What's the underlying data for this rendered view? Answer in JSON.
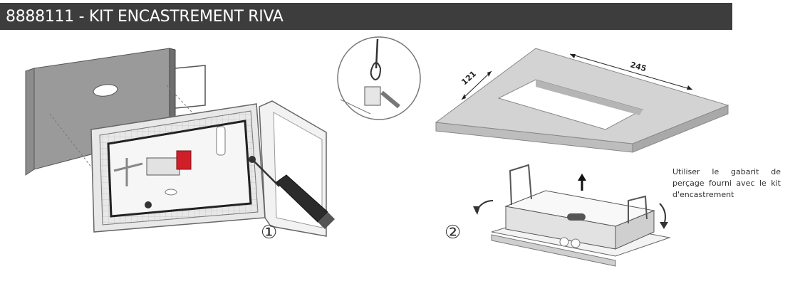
{
  "header": {
    "title": "8888111 - KIT ENCASTREMENT RIVA"
  },
  "steps": [
    "①",
    "②"
  ],
  "dimensions": {
    "width": "245",
    "depth": "121"
  },
  "note": "Utiliser le gabarit de perçage fourni avec le kit d'encastrement",
  "colors": {
    "titlebar": "#3d3d3d",
    "title_text": "#ffffff",
    "accent_red": "#d11f2a"
  }
}
